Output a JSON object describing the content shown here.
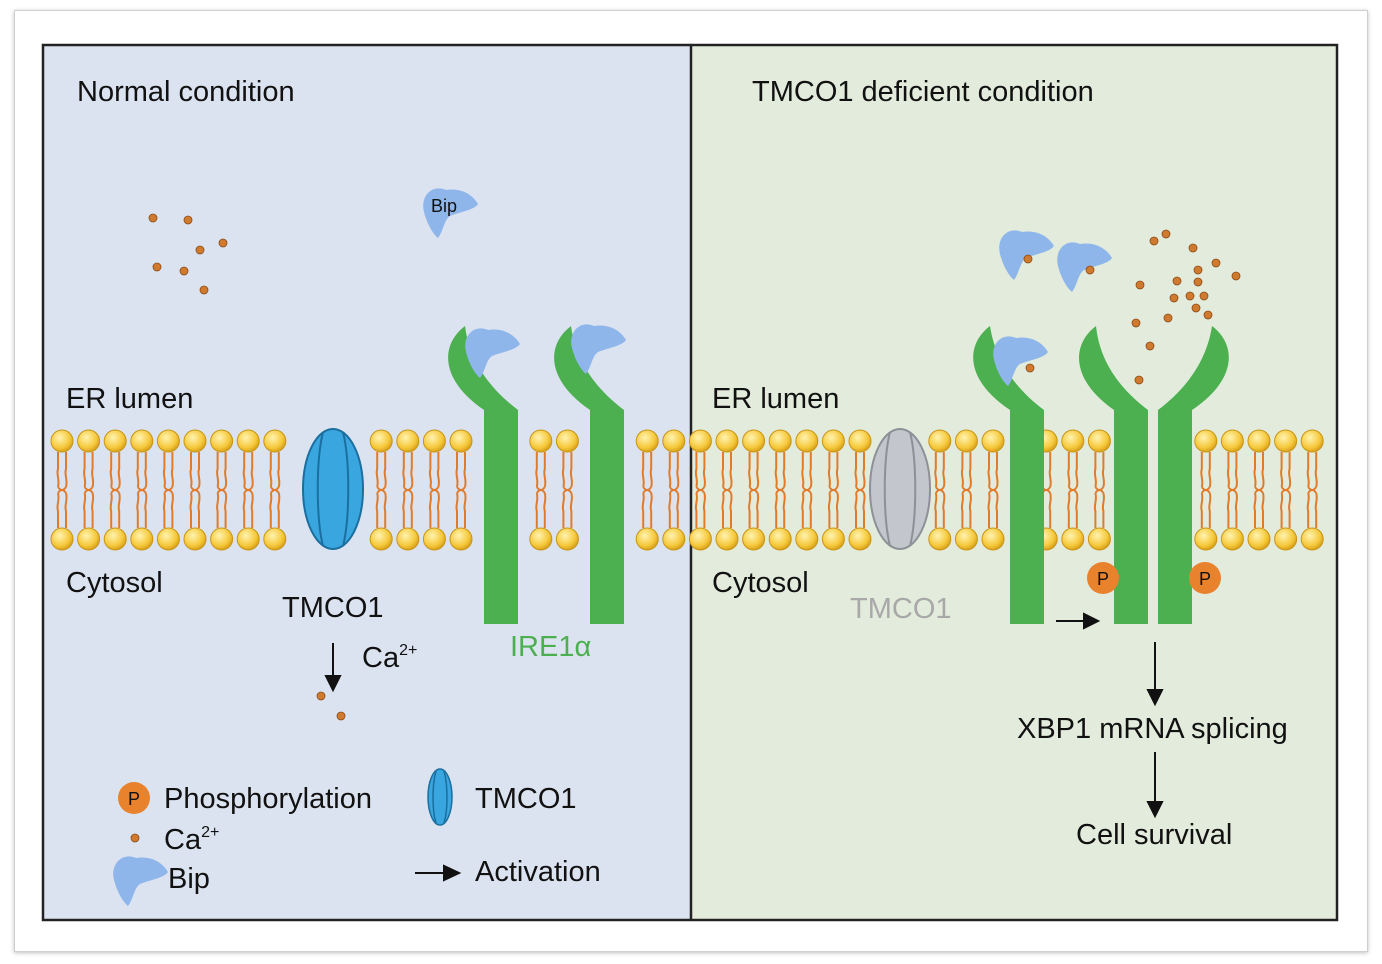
{
  "panels": {
    "left": {
      "title": "Normal condition",
      "bg": "#dce3f0"
    },
    "right": {
      "title": "TMCO1 deficient condition",
      "bg": "#e3ecdc"
    }
  },
  "labels": {
    "er_lumen": "ER lumen",
    "cytosol": "Cytosol",
    "tmco1": "TMCO1",
    "ca": "Ca",
    "ca_sup": "2+",
    "ire1a": "IRE1α",
    "bip": "Bip",
    "p": "P"
  },
  "pathway": {
    "step1": "XBP1 mRNA splicing",
    "step2": "Cell survival"
  },
  "legend": {
    "phosphorylation": "Phosphorylation",
    "ca": "Ca",
    "ca_sup": "2+",
    "bip": "Bip",
    "tmco1": "TMCO1",
    "activation": "Activation"
  },
  "colors": {
    "receptor": "#4caf50",
    "ire1_label": "#4caf50",
    "channel_active": "#3aa6e0",
    "channel_inactive": "#c3c6cc",
    "tmco1_inactive_label": "#a8a8a8",
    "bip": "#8fb6ea",
    "calcium": "#d07a30",
    "phospho": "#e8822d",
    "lipid_head": "#f6c93c",
    "lipid_tail": "#e07b2c"
  }
}
